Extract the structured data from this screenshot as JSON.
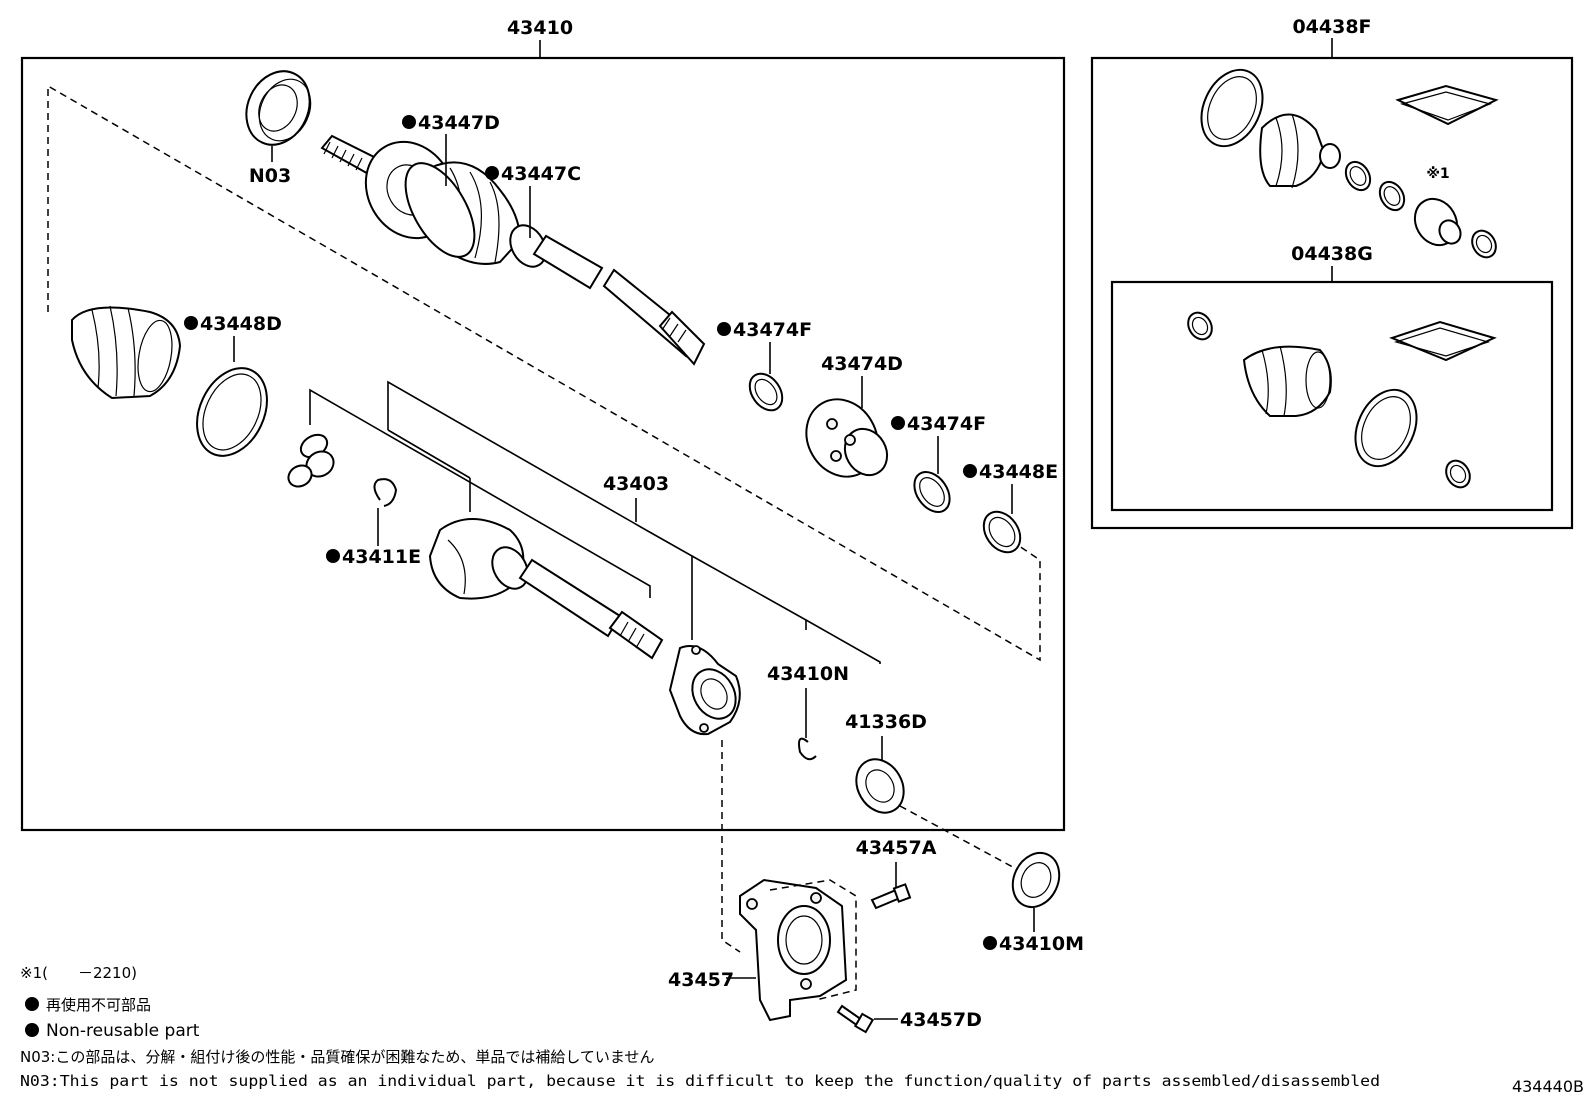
{
  "labels": {
    "assembly_main": "43410",
    "assembly_kit_f": "04438F",
    "assembly_kit_g": "04438G",
    "n03": "N03",
    "p43447D": "43447D",
    "p43447C": "43447C",
    "p43448D": "43448D",
    "p43474F_a": "43474F",
    "p43474D": "43474D",
    "p43474F_b": "43474F",
    "p43448E": "43448E",
    "p43403": "43403",
    "p43411E": "43411E",
    "p43410N": "43410N",
    "p41336D": "41336D",
    "p43457A": "43457A",
    "p43410M": "43410M",
    "p43457": "43457",
    "p43457D": "43457D",
    "ref_mark": "※1"
  },
  "notes": {
    "footnote_1": "※1(　　－2210)",
    "legend_jp": "再使用不可部品",
    "legend_en": "Non-reusable part",
    "n03_jp": "N03:この部品は、分解・組付け後の性能・品質確保が困難なため、単品では補給していません",
    "n03_en": "N03:This part is not supplied as an individual part, because it is difficult to keep the function/quality of parts assembled/disassembled"
  },
  "diagram_code": "434440B"
}
